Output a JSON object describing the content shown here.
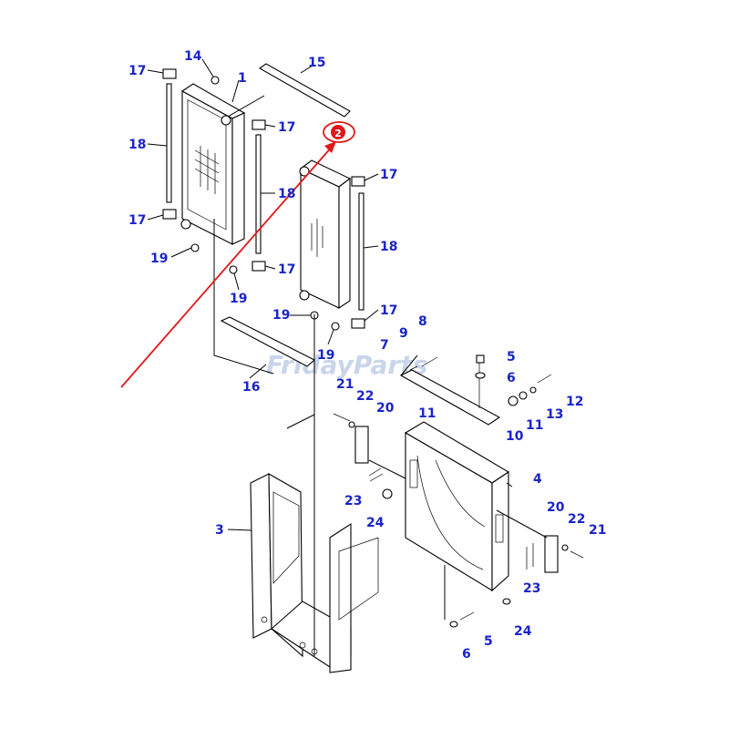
{
  "watermark": "FridayParts",
  "colors": {
    "label": "#1a24c8",
    "arrow": "#e01818",
    "highlight": "#e01818",
    "line": "#000000",
    "watermark": "#b9c7e6"
  },
  "highlight_label": "2",
  "callouts": [
    "17",
    "14",
    "1",
    "15",
    "18",
    "17",
    "18",
    "17",
    "17",
    "18",
    "19",
    "19",
    "17",
    "19",
    "17",
    "19",
    "8",
    "9",
    "7",
    "5",
    "6",
    "16",
    "21",
    "22",
    "20",
    "11",
    "13",
    "12",
    "11",
    "10",
    "4",
    "23",
    "24",
    "3",
    "20",
    "22",
    "21",
    "23",
    "24",
    "6",
    "5"
  ]
}
